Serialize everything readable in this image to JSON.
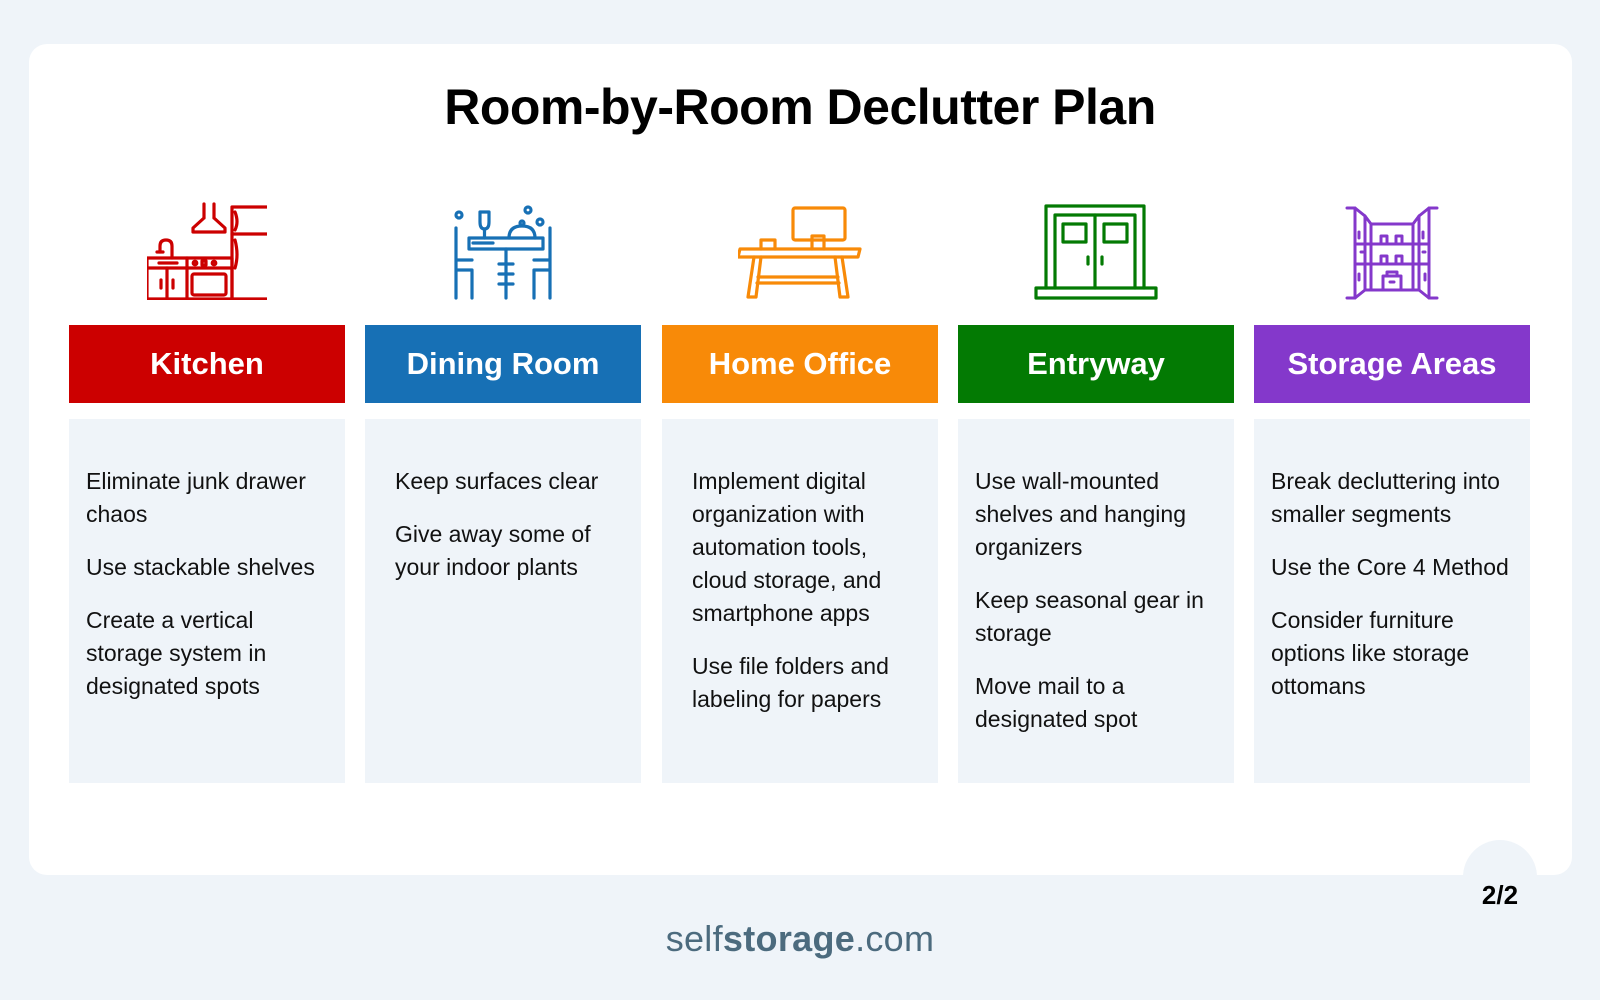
{
  "title": "Room-by-Room Declutter Plan",
  "rooms": [
    {
      "name": "Kitchen",
      "icon": "kitchen-icon",
      "color": "#cc0000",
      "tips": [
        "Eliminate junk drawer chaos",
        "Use stackable shelves",
        "Create a vertical storage system in designated spots"
      ]
    },
    {
      "name": "Dining Room",
      "icon": "dining-table-icon",
      "color": "#1770b5",
      "tips": [
        "Keep surfaces clear",
        "Give away some of your indoor plants"
      ]
    },
    {
      "name": "Home Office",
      "icon": "desk-computer-icon",
      "color": "#f88a08",
      "tips": [
        "Implement digital organization with automation tools, cloud storage, and smartphone apps",
        "Use file folders and labeling for papers"
      ]
    },
    {
      "name": "Entryway",
      "icon": "double-door-icon",
      "color": "#037a03",
      "tips": [
        "Use wall-mounted shelves and hanging organizers",
        "Keep seasonal gear in storage",
        "Move mail to a designated spot"
      ]
    },
    {
      "name": "Storage Areas",
      "icon": "storage-closet-icon",
      "color": "#8438cb",
      "tips": [
        "Break decluttering into smaller segments",
        "Use the Core 4 Method",
        "Consider furniture options like storage ottomans"
      ]
    }
  ],
  "page_indicator": "2/2",
  "logo": {
    "prefix": "self",
    "bold": "storage",
    "suffix": ".com"
  }
}
